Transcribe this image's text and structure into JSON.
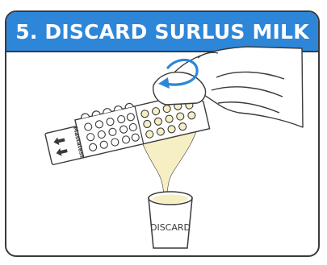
{
  "step": {
    "title": "5. DISCARD SURLUS MILK",
    "paddle_label": "Mastatest",
    "cup_label": "DISCARD"
  },
  "icons": {
    "rotate_arrow": "curved-rotate-arrow-icon"
  },
  "colors": {
    "header_background": "#2e86d9",
    "header_text": "#ffffff",
    "milk": "#f7efc4",
    "outline": "#3a3a3a"
  }
}
